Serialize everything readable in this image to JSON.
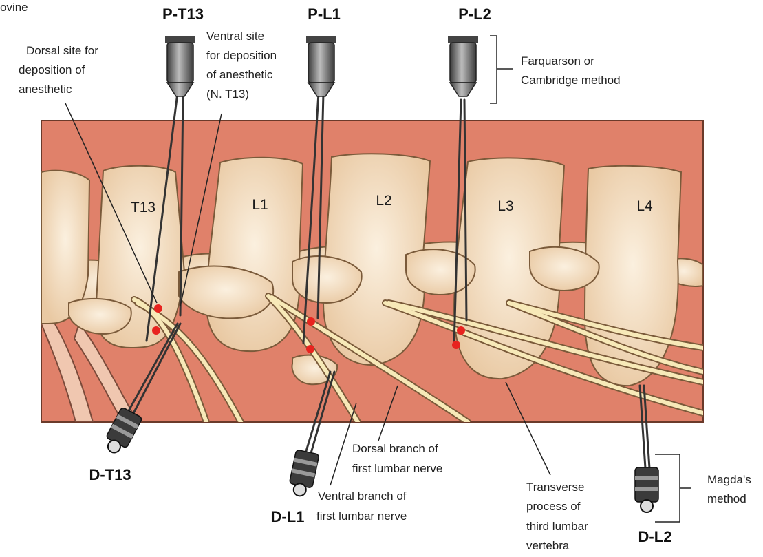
{
  "top_left_fragment": "ovine",
  "vertebrae": [
    "T13",
    "L1",
    "L2",
    "L3",
    "L4"
  ],
  "needles": {
    "p_t13": "P-T13",
    "p_l1": "P-L1",
    "p_l2": "P-L2",
    "d_t13": "D-T13",
    "d_l1": "D-L1",
    "d_l2": "D-L2"
  },
  "annotations": {
    "dorsal_site": [
      "Dorsal site for",
      "deposition of",
      "anesthetic"
    ],
    "ventral_site": [
      "Ventral site",
      "for deposition",
      "of anesthetic",
      "(N. T13)"
    ],
    "farquarson": [
      "Farquarson or",
      "Cambridge method"
    ],
    "dorsal_branch": [
      "Dorsal branch of",
      "first lumbar nerve"
    ],
    "ventral_branch": [
      "Ventral branch of",
      "first lumbar nerve"
    ],
    "transverse": [
      "Transverse",
      "process of",
      "third lumbar",
      "vertebra"
    ],
    "magda": [
      "Magda's",
      "method"
    ]
  },
  "colors": {
    "muscle": "#e0816a",
    "bone": "#f2d7b5",
    "bone_edge": "#7a5a3a",
    "nerve": "#f7e9b8",
    "injection_site": "#e8231f",
    "needle_hub": "#555555"
  }
}
